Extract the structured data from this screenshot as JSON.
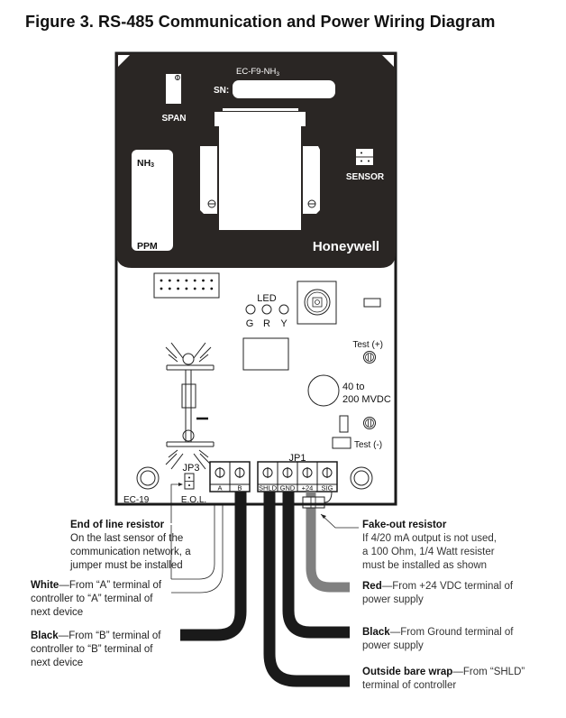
{
  "figure": {
    "title": "Figure 3. RS-485 Communication and Power Wiring Diagram"
  },
  "board": {
    "model_label": "EC-F9-NH",
    "model_subscript": "3",
    "serial_label": "SN:",
    "span_label": "SPAN",
    "display_top": "NH",
    "display_top_subscript": "3",
    "display_bottom": "PPM",
    "sensor_label": "SENSOR",
    "brand": "Honeywell",
    "led_label": "LED",
    "led_colors": [
      "G",
      "R",
      "Y"
    ],
    "test_plus": "Test (+)",
    "test_minus": "Test (-)",
    "voltage_line1": "40 to",
    "voltage_line2": "200 MVDC",
    "jp3_label": "JP3",
    "eol_label": "E.O.L.",
    "board_id": "EC-19",
    "jp1_label": "JP1",
    "terminals_left": [
      "A",
      "B"
    ],
    "terminals_right": [
      "SHLD",
      "GND",
      "+24",
      "SIG"
    ]
  },
  "wires": {
    "white": "#ffffff",
    "black": "#1a1a1a",
    "red": "#808080"
  },
  "notes": {
    "eol": {
      "heading": "End of line resistor",
      "lines": [
        "On the last sensor of the",
        "communication network, a",
        "jumper must be installed"
      ]
    },
    "white": {
      "heading": "White",
      "text": "—From “A” terminal of",
      "lines": [
        "controller to “A” terminal of",
        "next device"
      ]
    },
    "black_b": {
      "heading": "Black",
      "text": "—From “B” terminal of",
      "lines": [
        "controller to “B” terminal of",
        "next device"
      ]
    },
    "fakeout": {
      "heading": "Fake-out resistor",
      "lines": [
        "If 4/20 mA output is not used,",
        "a 100 Ohm, 1/4 Watt resister",
        "must be installed as shown"
      ]
    },
    "red": {
      "heading": "Red",
      "text": "—From +24 VDC terminal of",
      "lines": [
        "power supply"
      ]
    },
    "black_gnd": {
      "heading": "Black",
      "text": "—From Ground terminal of",
      "lines": [
        "power supply"
      ]
    },
    "shield": {
      "heading": "Outside bare wrap",
      "text": "—From “SHLD”",
      "lines": [
        "terminal of controller"
      ]
    }
  }
}
